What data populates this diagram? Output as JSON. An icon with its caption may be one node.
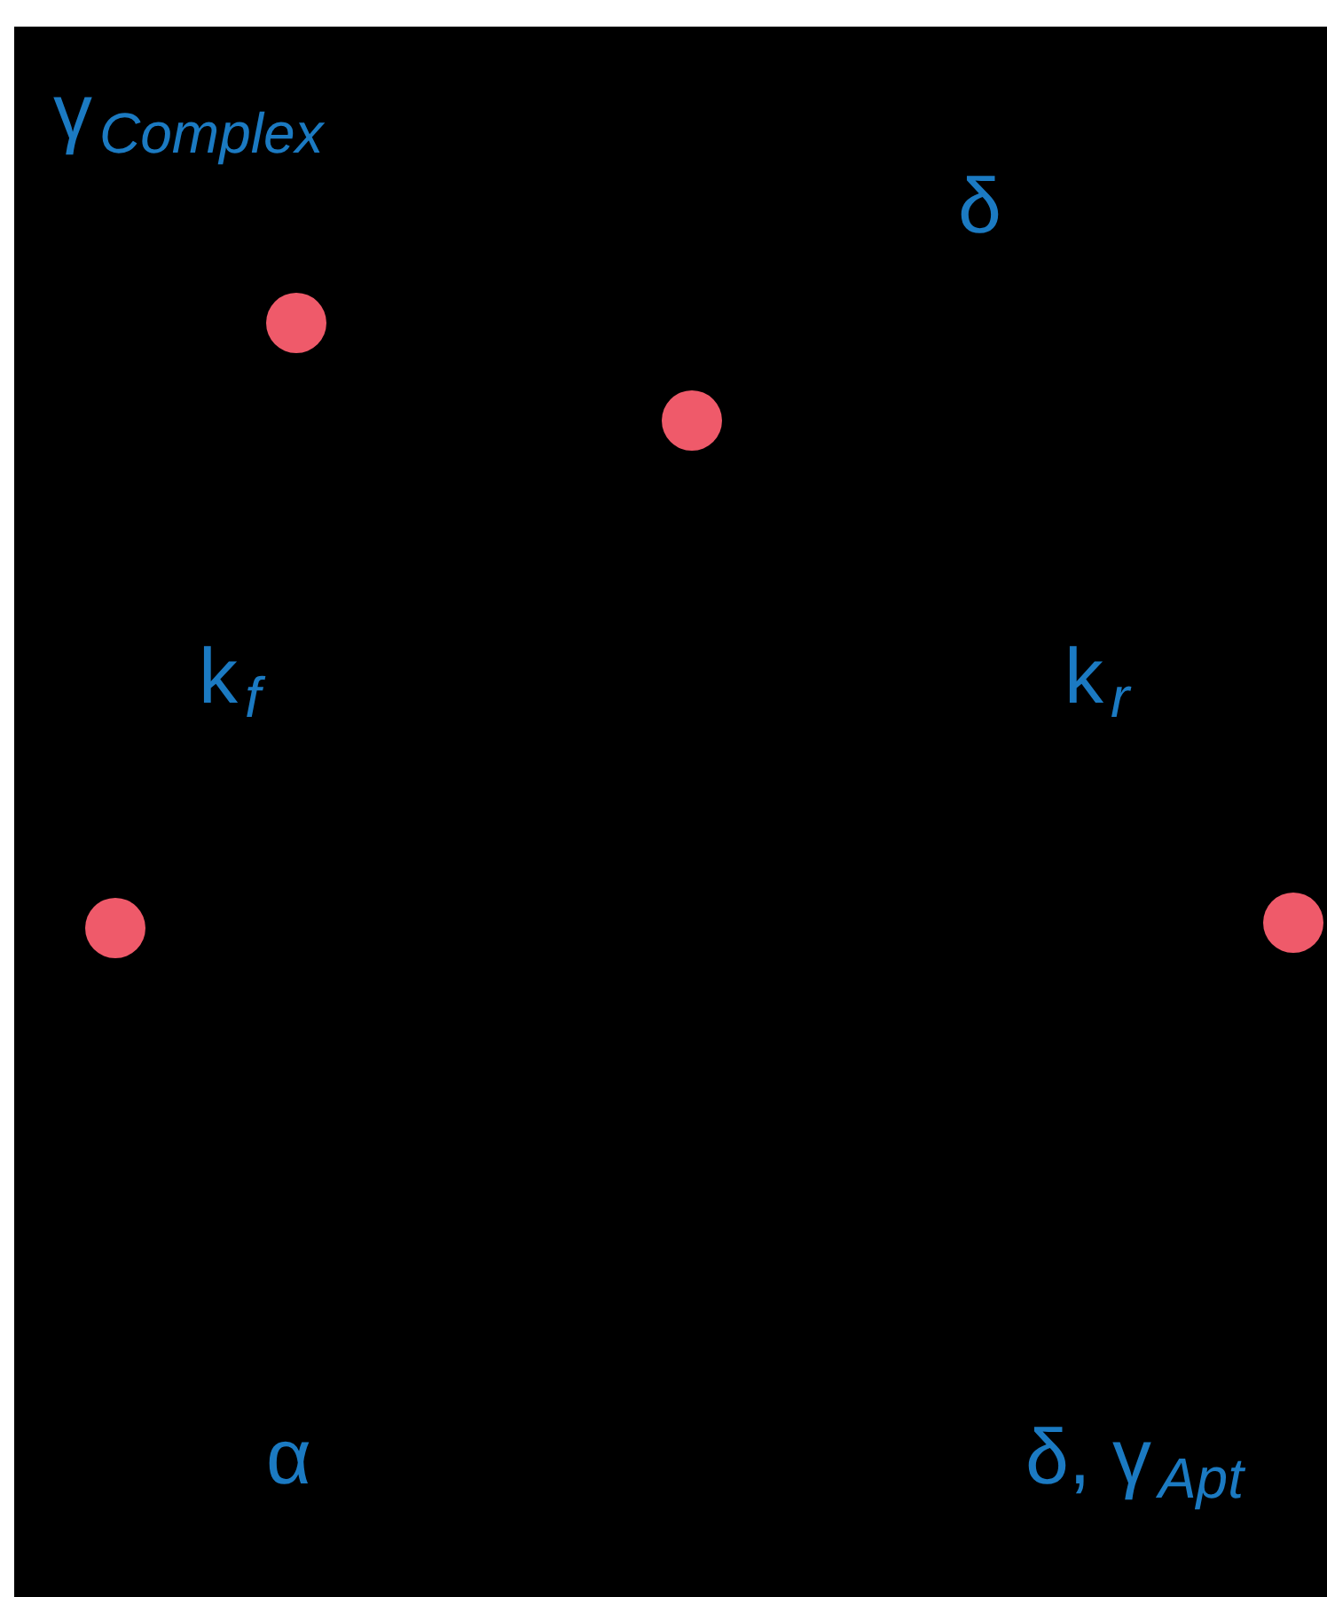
{
  "diagram": {
    "nodes": [
      {
        "text": [],
        "shape": "circle"
      },
      {
        "text": [],
        "shape": "circle"
      },
      {
        "text": [],
        "shape": "circle"
      },
      {
        "text": [],
        "shape": "circle"
      }
    ],
    "labels": [
      "γ$_{Complex}$",
      "δ",
      "k$_{f}$",
      "k$_{r}$",
      "α",
      "δ, γ$_{Apt}$"
    ]
  }
}
